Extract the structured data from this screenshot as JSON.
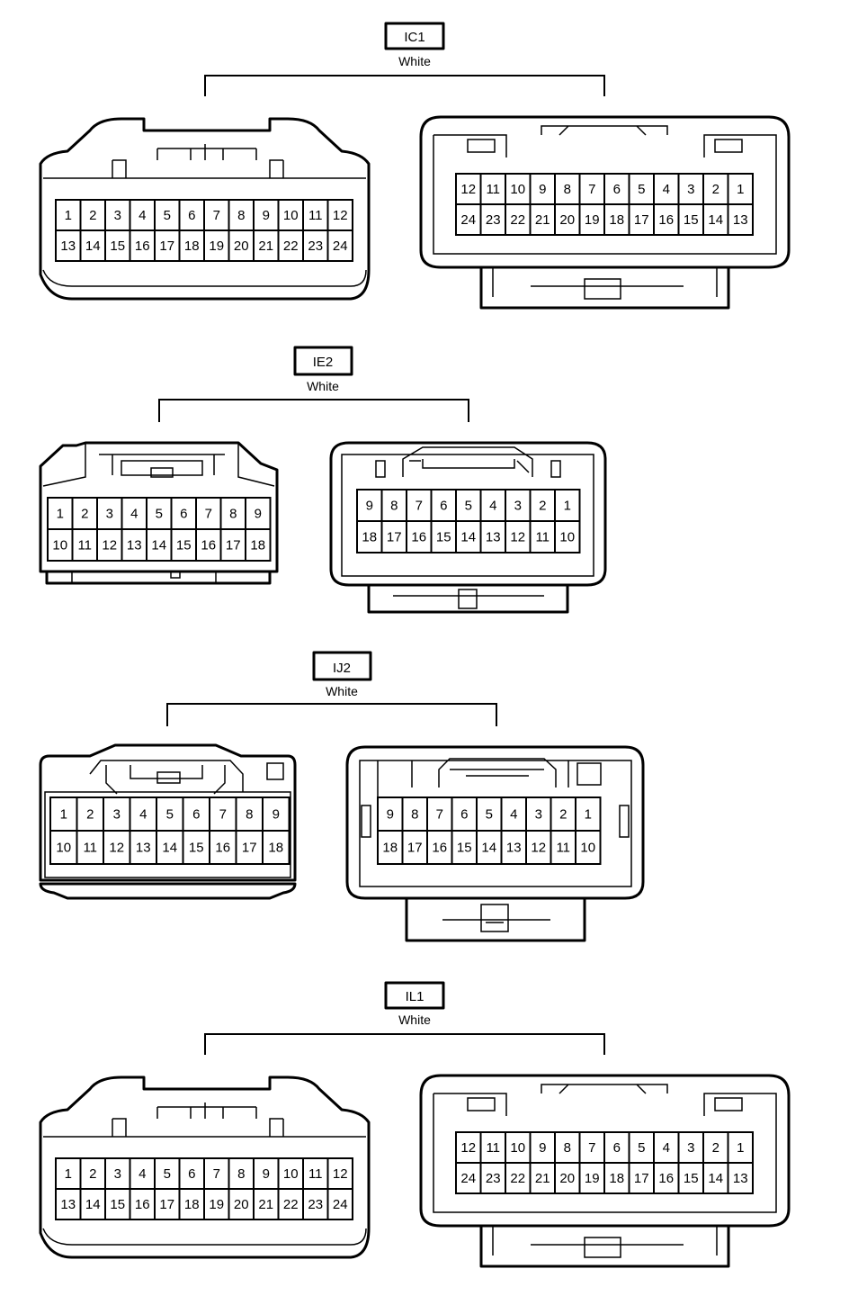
{
  "connectors": [
    {
      "id": "IC1",
      "color": "White",
      "male_rows": [
        [
          "1",
          "2",
          "3",
          "4",
          "5",
          "6",
          "7",
          "8",
          "9",
          "10",
          "11",
          "12"
        ],
        [
          "13",
          "14",
          "15",
          "16",
          "17",
          "18",
          "19",
          "20",
          "21",
          "22",
          "23",
          "24"
        ]
      ],
      "female_rows": [
        [
          "12",
          "11",
          "10",
          "9",
          "8",
          "7",
          "6",
          "5",
          "4",
          "3",
          "2",
          "1"
        ],
        [
          "24",
          "23",
          "22",
          "21",
          "20",
          "19",
          "18",
          "17",
          "16",
          "15",
          "14",
          "13"
        ]
      ]
    },
    {
      "id": "IE2",
      "color": "White",
      "male_rows": [
        [
          "1",
          "2",
          "3",
          "4",
          "5",
          "6",
          "7",
          "8",
          "9"
        ],
        [
          "10",
          "11",
          "12",
          "13",
          "14",
          "15",
          "16",
          "17",
          "18"
        ]
      ],
      "female_rows": [
        [
          "9",
          "8",
          "7",
          "6",
          "5",
          "4",
          "3",
          "2",
          "1"
        ],
        [
          "18",
          "17",
          "16",
          "15",
          "14",
          "13",
          "12",
          "11",
          "10"
        ]
      ]
    },
    {
      "id": "IJ2",
      "color": "White",
      "male_rows": [
        [
          "1",
          "2",
          "3",
          "4",
          "5",
          "6",
          "7",
          "8",
          "9"
        ],
        [
          "10",
          "11",
          "12",
          "13",
          "14",
          "15",
          "16",
          "17",
          "18"
        ]
      ],
      "female_rows": [
        [
          "9",
          "8",
          "7",
          "6",
          "5",
          "4",
          "3",
          "2",
          "1"
        ],
        [
          "18",
          "17",
          "16",
          "15",
          "14",
          "13",
          "12",
          "11",
          "10"
        ]
      ]
    },
    {
      "id": "IL1",
      "color": "White",
      "male_rows": [
        [
          "1",
          "2",
          "3",
          "4",
          "5",
          "6",
          "7",
          "8",
          "9",
          "10",
          "11",
          "12"
        ],
        [
          "13",
          "14",
          "15",
          "16",
          "17",
          "18",
          "19",
          "20",
          "21",
          "22",
          "23",
          "24"
        ]
      ],
      "female_rows": [
        [
          "12",
          "11",
          "10",
          "9",
          "8",
          "7",
          "6",
          "5",
          "4",
          "3",
          "2",
          "1"
        ],
        [
          "24",
          "23",
          "22",
          "21",
          "20",
          "19",
          "18",
          "17",
          "16",
          "15",
          "14",
          "13"
        ]
      ]
    }
  ]
}
